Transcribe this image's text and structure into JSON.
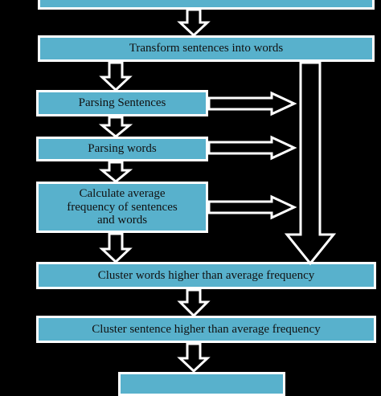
{
  "flowchart": {
    "steps": {
      "transform": "Transform sentences into words",
      "parse_sentences": "Parsing Sentences",
      "parse_words": "Parsing words",
      "avg_line1": "Calculate average",
      "avg_line2": "frequency of sentences",
      "avg_line3": "and words",
      "cluster_words": "Cluster words higher than average frequency",
      "cluster_sentence": "Cluster sentence higher than average frequency"
    }
  },
  "colors": {
    "box_fill": "#58b1cc",
    "box_border": "#ffffff",
    "background": "#000000"
  }
}
